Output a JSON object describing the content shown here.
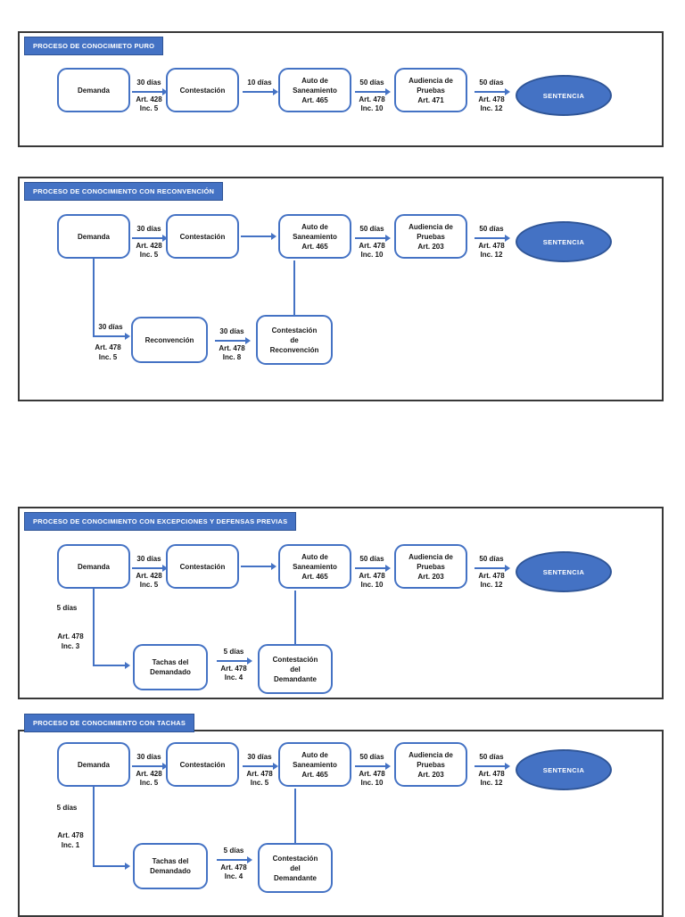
{
  "colors": {
    "accent": "#4472C4",
    "accent_dark": "#2F5597",
    "frame_border": "#383838",
    "text": "#161616",
    "page_background": "#ffffff"
  },
  "diagrams": [
    {
      "title": "PROCESO DE CONOCIMIETO PURO",
      "nodes": {
        "demanda": "Demanda",
        "contestacion": "Contestación",
        "auto": [
          "Auto de",
          "Saneamiento",
          "Art.  465"
        ],
        "audiencia": [
          "Audiencia de",
          "Pruebas",
          "Art. 471"
        ],
        "sentencia": "SENTENCIA"
      },
      "edges": {
        "e1": [
          "30 días",
          "Art. 428",
          "Inc. 5"
        ],
        "e2": [
          "10 días"
        ],
        "e3": [
          "50 días",
          "Art. 478",
          "Inc. 10"
        ],
        "e4": [
          "50 días",
          "Art. 478",
          "Inc. 12"
        ]
      }
    },
    {
      "title": "PROCESO DE CONOCIMIENTO CON RECONVENCIÓN",
      "nodes": {
        "demanda": "Demanda",
        "contestacion": "Contestación",
        "auto": [
          "Auto de",
          "Saneamiento",
          "Art.  465"
        ],
        "audiencia": [
          "Audiencia de",
          "Pruebas",
          "Art. 203"
        ],
        "sentencia": "SENTENCIA",
        "branch1": [
          "Reconvención"
        ],
        "branch2": [
          "Contestación",
          "de",
          "Reconvención"
        ]
      },
      "edges": {
        "e1": [
          "30 días",
          "Art. 428",
          "Inc. 5"
        ],
        "e3": [
          "50 días",
          "Art. 478",
          "Inc. 10"
        ],
        "e4": [
          "50 días",
          "Art. 478",
          "Inc. 12"
        ],
        "b1_top": "30 días",
        "b1_bottom": [
          "Art.  478",
          "Inc. 5"
        ],
        "b2": [
          "30 días",
          "Art. 478",
          "Inc. 8"
        ]
      }
    },
    {
      "title": "PROCESO DE CONOCIMIENTO CON EXCEPCIONES Y DEFENSAS PREVIAS",
      "nodes": {
        "demanda": "Demanda",
        "contestacion": "Contestación",
        "auto": [
          "Auto de",
          "Saneamiento",
          "Art.  465"
        ],
        "audiencia": [
          "Audiencia de",
          "Pruebas",
          "Art. 203"
        ],
        "sentencia": "SENTENCIA",
        "branch1": [
          "Tachas del",
          "Demandado"
        ],
        "branch2": [
          "Contestación",
          "del",
          "Demandante"
        ]
      },
      "edges": {
        "e1": [
          "30 días",
          "Art. 428",
          "Inc. 5"
        ],
        "e3": [
          "50 días",
          "Art. 478",
          "Inc. 10"
        ],
        "e4": [
          "50 días",
          "Art. 478",
          "Inc. 12"
        ],
        "b1_top": "5 días",
        "b1_bottom": [
          "Art. 478",
          "Inc. 3"
        ],
        "b2": [
          "5 días",
          "Art. 478",
          "Inc. 4"
        ]
      }
    },
    {
      "title": "PROCESO DE CONOCIMIENTO CON TACHAS",
      "nodes": {
        "demanda": "Demanda",
        "contestacion": "Contestación",
        "auto": [
          "Auto de",
          "Saneamiento",
          "Art.  465"
        ],
        "audiencia": [
          "Audiencia de",
          "Pruebas",
          "Art. 203"
        ],
        "sentencia": "SENTENCIA",
        "branch1": [
          "Tachas del",
          "Demandado"
        ],
        "branch2": [
          "Contestación",
          "del",
          "Demandante"
        ]
      },
      "edges": {
        "e1": [
          "30 días",
          "Art. 428",
          "Inc. 5"
        ],
        "e2": [
          "30 días",
          "Art. 478",
          "Inc. 5"
        ],
        "e3": [
          "50 días",
          "Art. 478",
          "Inc. 10"
        ],
        "e4": [
          "50 días",
          "Art. 478",
          "Inc. 12"
        ],
        "b1_top": "5 días",
        "b1_bottom": [
          "Art. 478",
          "Inc. 1"
        ],
        "b2": [
          "5 días",
          "Art. 478",
          "Inc. 4"
        ]
      }
    }
  ]
}
